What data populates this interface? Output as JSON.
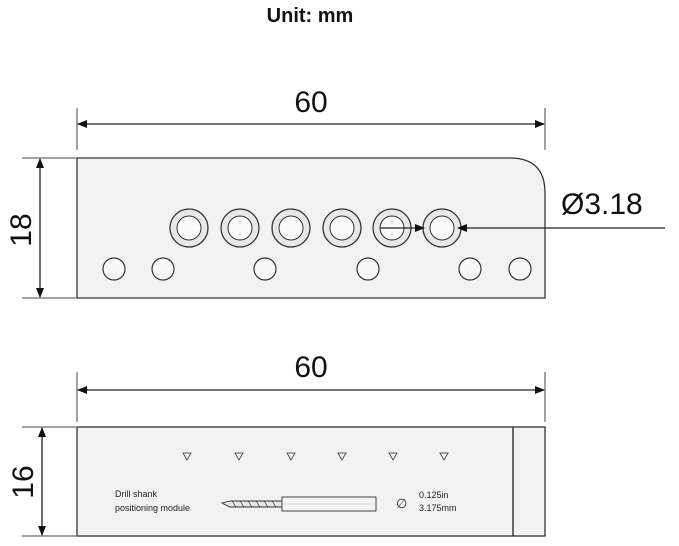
{
  "title": "Unit: mm",
  "top_view": {
    "width_label": "60",
    "height_label": "18",
    "hole_label": "Ø3.18",
    "large_holes": 6,
    "small_holes": 6
  },
  "side_view": {
    "width_label": "60",
    "height_label": "16",
    "module_label_line1": "Drill shank",
    "module_label_line2": "positioning module",
    "diameter_symbol": "∅",
    "size_in": "0.125in",
    "size_mm": "3.175mm",
    "markers": 6
  }
}
